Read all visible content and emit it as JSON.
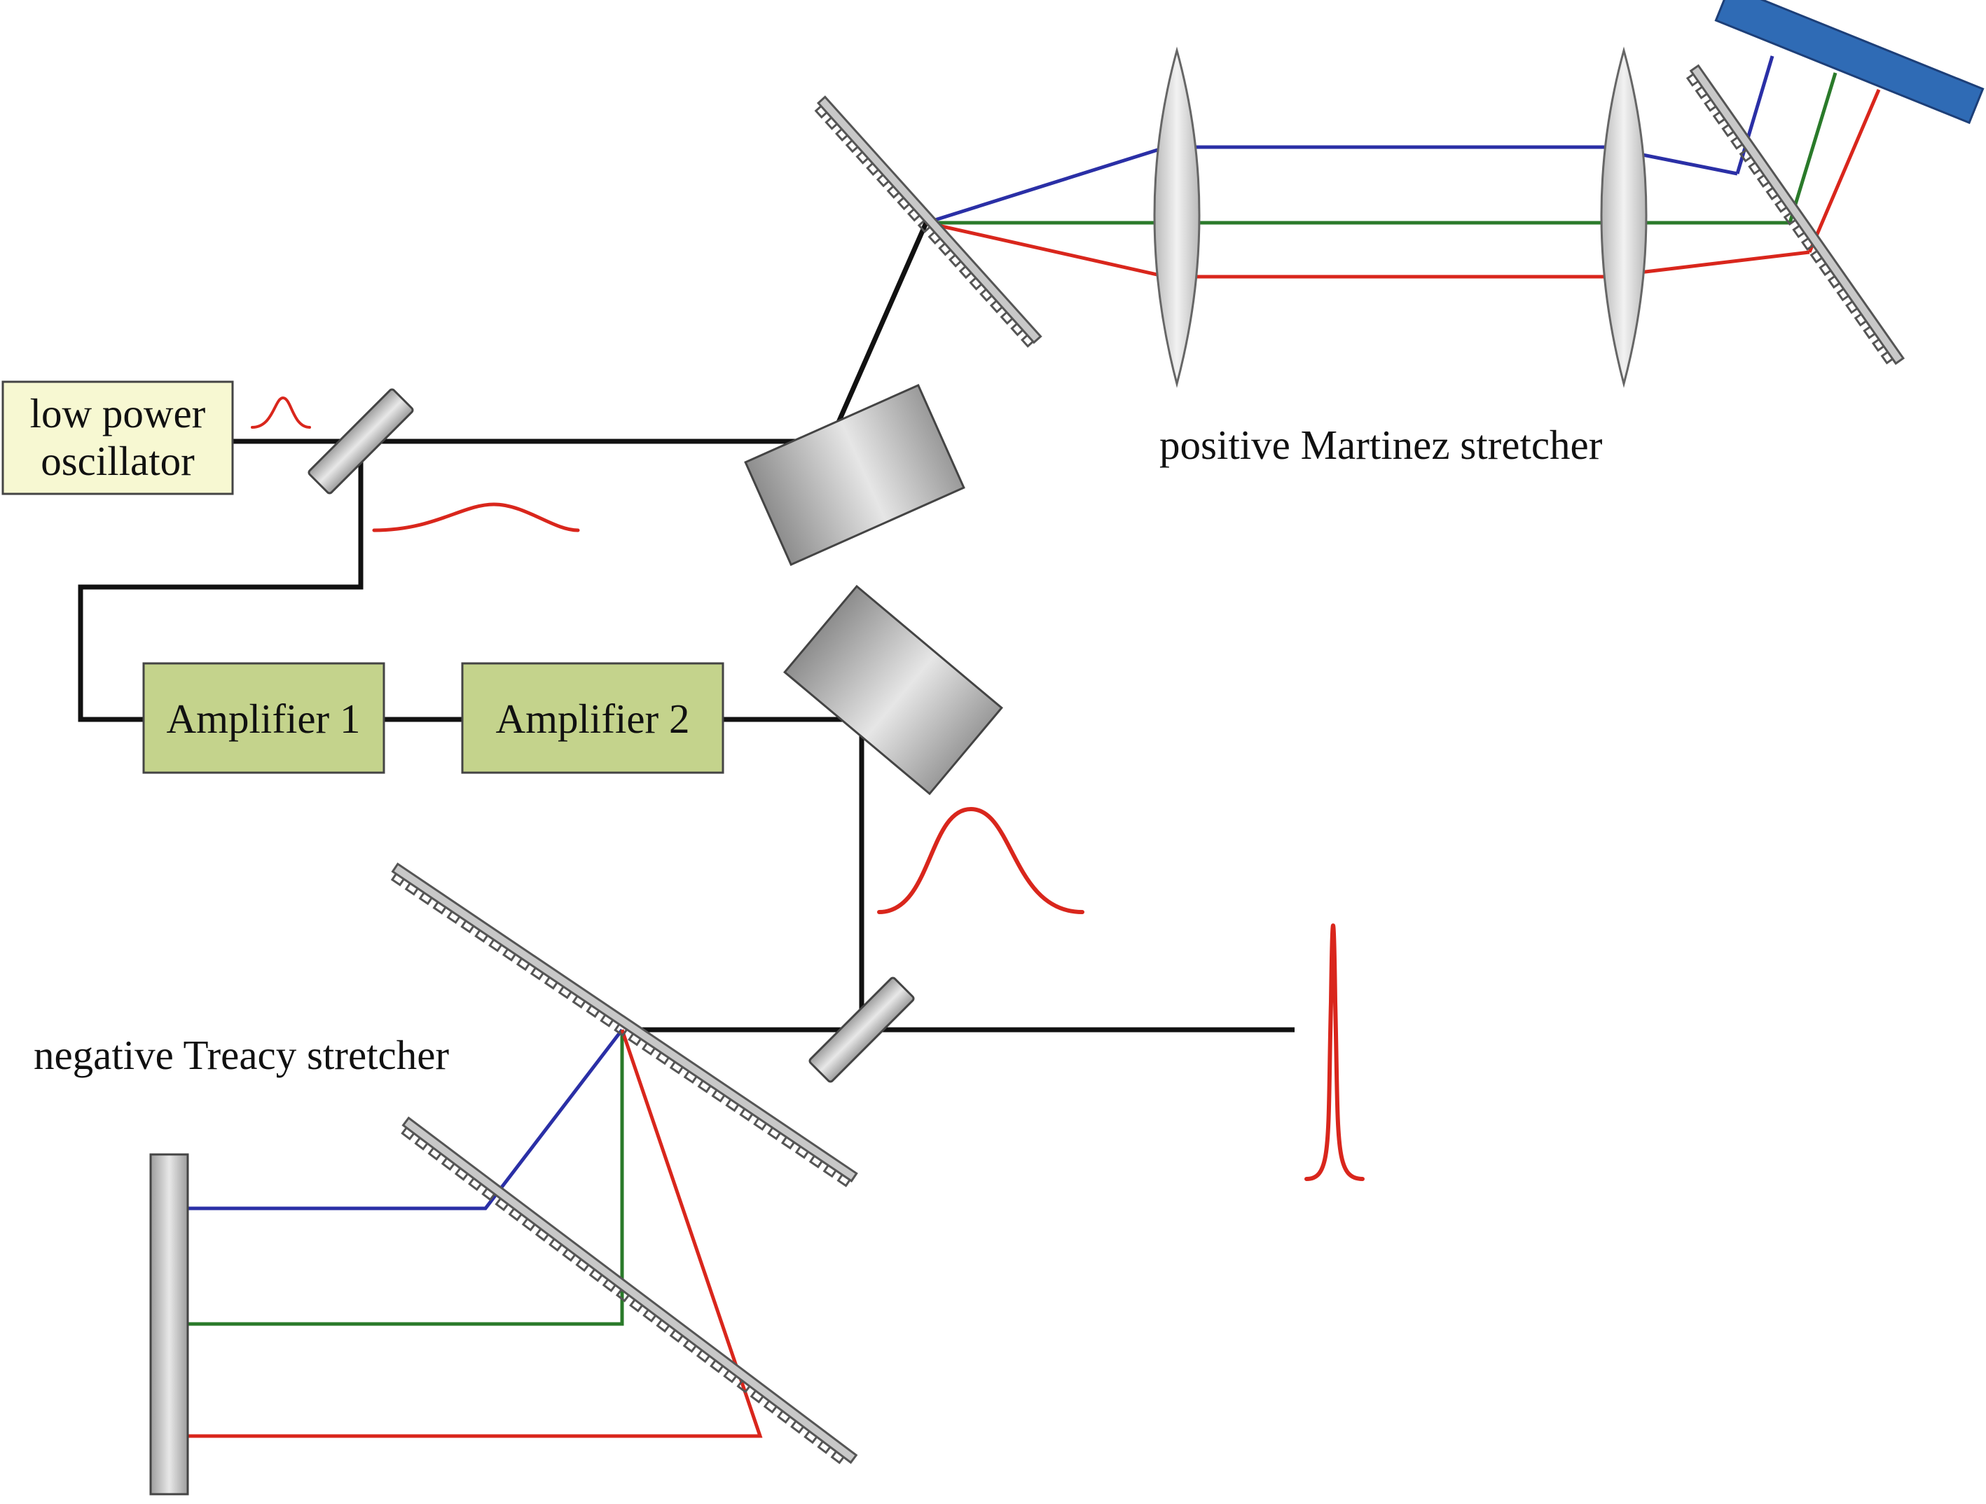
{
  "oscillator": {
    "line1": "low power",
    "line2": "oscillator"
  },
  "amplifier1": {
    "label": "Amplifier 1"
  },
  "amplifier2": {
    "label": "Amplifier 2"
  },
  "martinez": {
    "label": "positive Martinez stretcher"
  },
  "treacy": {
    "label": "negative Treacy stretcher"
  },
  "colors": {
    "beam": "#111111",
    "blue_ray": "#2a2fa6",
    "green_ray": "#2a7a2a",
    "red_ray": "#d9261c",
    "pulse": "#d9261c",
    "oscillator_fill": "#f7f8d2",
    "amplifier_fill": "#c4d38c",
    "mirror_blue": "#2f6bb5"
  }
}
